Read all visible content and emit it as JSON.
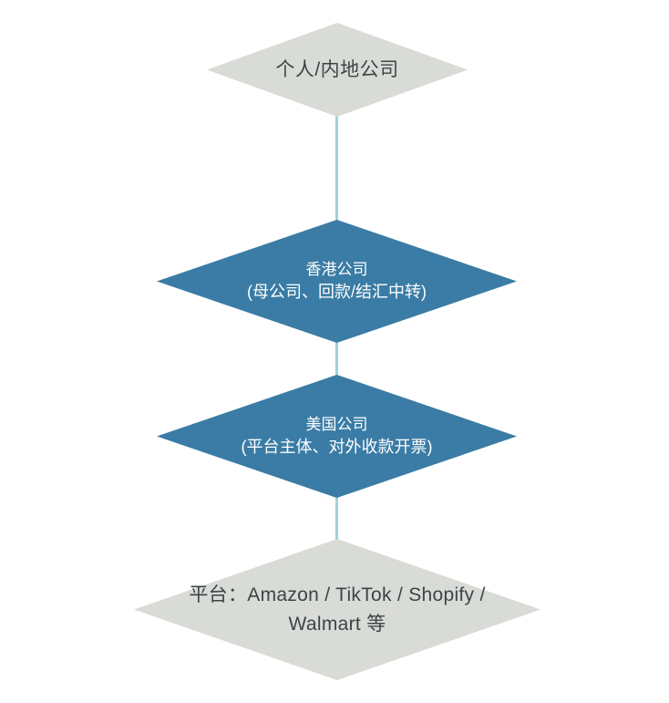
{
  "diagram": {
    "type": "vertical-flow",
    "title": "",
    "orientation": "top-to-bottom",
    "colors": {
      "node_gray_fill": "#d9dbd7",
      "node_gray_text": "#3e4347",
      "node_blue_fill": "#3a7ca5",
      "node_blue_text": "#ffffff",
      "connector": "#a4cfdd",
      "background": "#ffffff"
    },
    "nodes": [
      {
        "id": "individual",
        "shape": "diamond",
        "style": "gray",
        "line_1": "个人/内地公司",
        "line_2": ""
      },
      {
        "id": "hongkong",
        "shape": "diamond",
        "style": "blue",
        "line_1": "香港公司",
        "line_2": "(母公司、回款/结汇中转)"
      },
      {
        "id": "usa",
        "shape": "diamond",
        "style": "blue",
        "line_1": "美国公司",
        "line_2": "(平台主体、对外收款开票)"
      },
      {
        "id": "platform",
        "shape": "diamond",
        "style": "gray",
        "line_1": "平台：Amazon / TikTok / Shopify /",
        "line_2": "Walmart 等"
      }
    ],
    "connectors": [
      {
        "id": "individual-to-hongkong",
        "from": "individual",
        "to": "hongkong"
      },
      {
        "id": "hongkong-to-usa",
        "from": "hongkong",
        "to": "usa"
      },
      {
        "id": "usa-to-platform",
        "from": "usa",
        "to": "platform"
      }
    ]
  }
}
